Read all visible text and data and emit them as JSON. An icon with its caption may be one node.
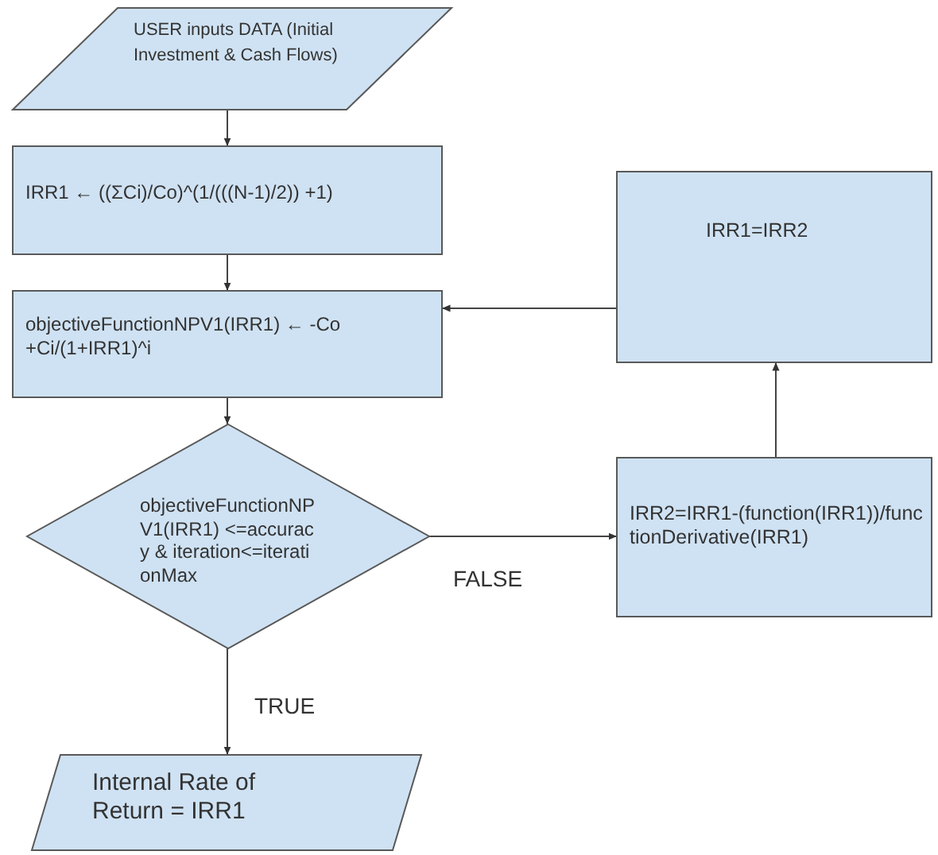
{
  "diagram": {
    "nodes": [
      {
        "text": [
          "USER inputs DATA (Initial Investment & Cash Flows)"
        ]
      },
      {
        "text": [
          "IRR1 ← ((ΣCi)/Co)^(1/(((N-1)/2)) +1)"
        ]
      },
      {
        "text": [
          "objectiveFunctionNPV1(IRR1) ← -Co +Ci/(1+IRR1)^i"
        ]
      },
      {
        "text": [
          "objectiveFunctionNPV1(IRR1) <=accuracy & iteration<=iterationMax"
        ]
      },
      {
        "text": [
          "IRR2=IRR1-(function(IRR1))/functionDerivative(IRR1)"
        ]
      },
      {
        "text": [
          "IRR1=IRR2"
        ]
      },
      {
        "text": [
          "Internal Rate of Return = IRR1"
        ]
      }
    ],
    "edges": [
      {
        "from": 0,
        "to": 1,
        "arrow": "to"
      },
      {
        "from": 1,
        "to": 2,
        "arrow": "to"
      },
      {
        "from": 2,
        "to": 3,
        "arrow": "to"
      },
      {
        "from": 3,
        "to": 4,
        "label": "FALSE",
        "arrow": "to"
      },
      {
        "from": 4,
        "to": 5,
        "arrow": "to"
      },
      {
        "from": 5,
        "to": 2,
        "arrow": "to"
      },
      {
        "from": 3,
        "to": 6,
        "label": "TRUE",
        "arrow": "to"
      }
    ]
  }
}
